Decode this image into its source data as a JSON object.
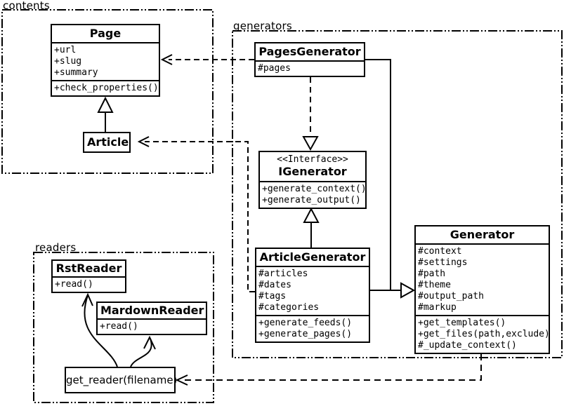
{
  "diagram_type": "uml-class-diagram",
  "colors": {
    "line": "#000000",
    "background": "#ffffff",
    "text": "#000000"
  },
  "packages": {
    "contents": {
      "label": "contents"
    },
    "generators": {
      "label": "generators"
    },
    "readers": {
      "label": "readers"
    }
  },
  "classes": {
    "page": {
      "name": "Page",
      "attributes": [
        "+url",
        "+slug",
        "+summary"
      ],
      "methods": [
        "+check_properties()"
      ]
    },
    "article": {
      "name": "Article"
    },
    "pages_generator": {
      "name": "PagesGenerator",
      "attributes": [
        "#pages"
      ]
    },
    "igenerator": {
      "stereotype": "<<Interface>>",
      "name": "IGenerator",
      "methods": [
        "+generate_context()",
        "+generate_output()"
      ]
    },
    "article_generator": {
      "name": "ArticleGenerator",
      "attributes": [
        "#articles",
        "#dates",
        "#tags",
        "#categories"
      ],
      "methods": [
        "+generate_feeds()",
        "+generate_pages()"
      ]
    },
    "generator": {
      "name": "Generator",
      "attributes": [
        "#context",
        "#settings",
        "#path",
        "#theme",
        "#output_path",
        "#markup"
      ],
      "methods": [
        "+get_templates()",
        "+get_files(path,exclude)",
        "#_update_context()"
      ]
    },
    "rst_reader": {
      "name": "RstReader",
      "methods": [
        "+read()"
      ]
    },
    "markdown_reader": {
      "name": "MardownReader",
      "methods": [
        "+read()"
      ]
    },
    "get_reader": {
      "label": "get_reader(filename)"
    }
  },
  "relationships": [
    {
      "from": "Article",
      "to": "Page",
      "type": "inheritance"
    },
    {
      "from": "PagesGenerator",
      "to": "Page",
      "type": "dependency"
    },
    {
      "from": "ArticleGenerator",
      "to": "Article",
      "type": "dependency"
    },
    {
      "from": "PagesGenerator",
      "to": "Generator",
      "type": "inheritance"
    },
    {
      "from": "ArticleGenerator",
      "to": "Generator",
      "type": "inheritance"
    },
    {
      "from": "PagesGenerator",
      "to": "IGenerator",
      "type": "realization"
    },
    {
      "from": "ArticleGenerator",
      "to": "IGenerator",
      "type": "inheritance"
    },
    {
      "from": "get_reader",
      "to": "RstReader",
      "type": "arrow"
    },
    {
      "from": "get_reader",
      "to": "MardownReader",
      "type": "arrow"
    },
    {
      "from": "Generator",
      "to": "get_reader",
      "type": "dependency"
    }
  ]
}
